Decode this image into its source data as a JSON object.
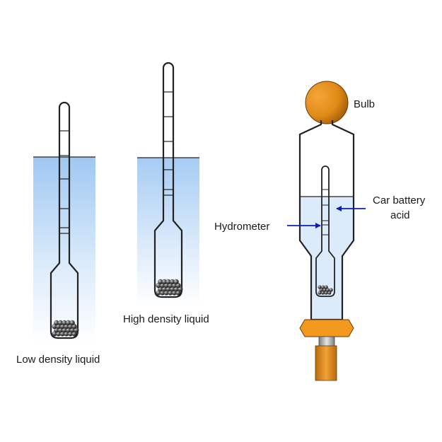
{
  "labels": {
    "low_density": "Low density liquid",
    "high_density": "High density liquid",
    "bulb": "Bulb",
    "hydrometer": "Hydrometer",
    "acid_line1": "Car battery",
    "acid_line2": "acid"
  },
  "colors": {
    "liquid_top": "#9fc8f2",
    "liquid_bottom": "#ffffff",
    "battery_acid": "#dcebfa",
    "bulb": "#e8901c",
    "collar": "#f39a1e",
    "pointer_arrow": "#0a1fb8",
    "outline": "#222222",
    "pellets": "#444444"
  }
}
